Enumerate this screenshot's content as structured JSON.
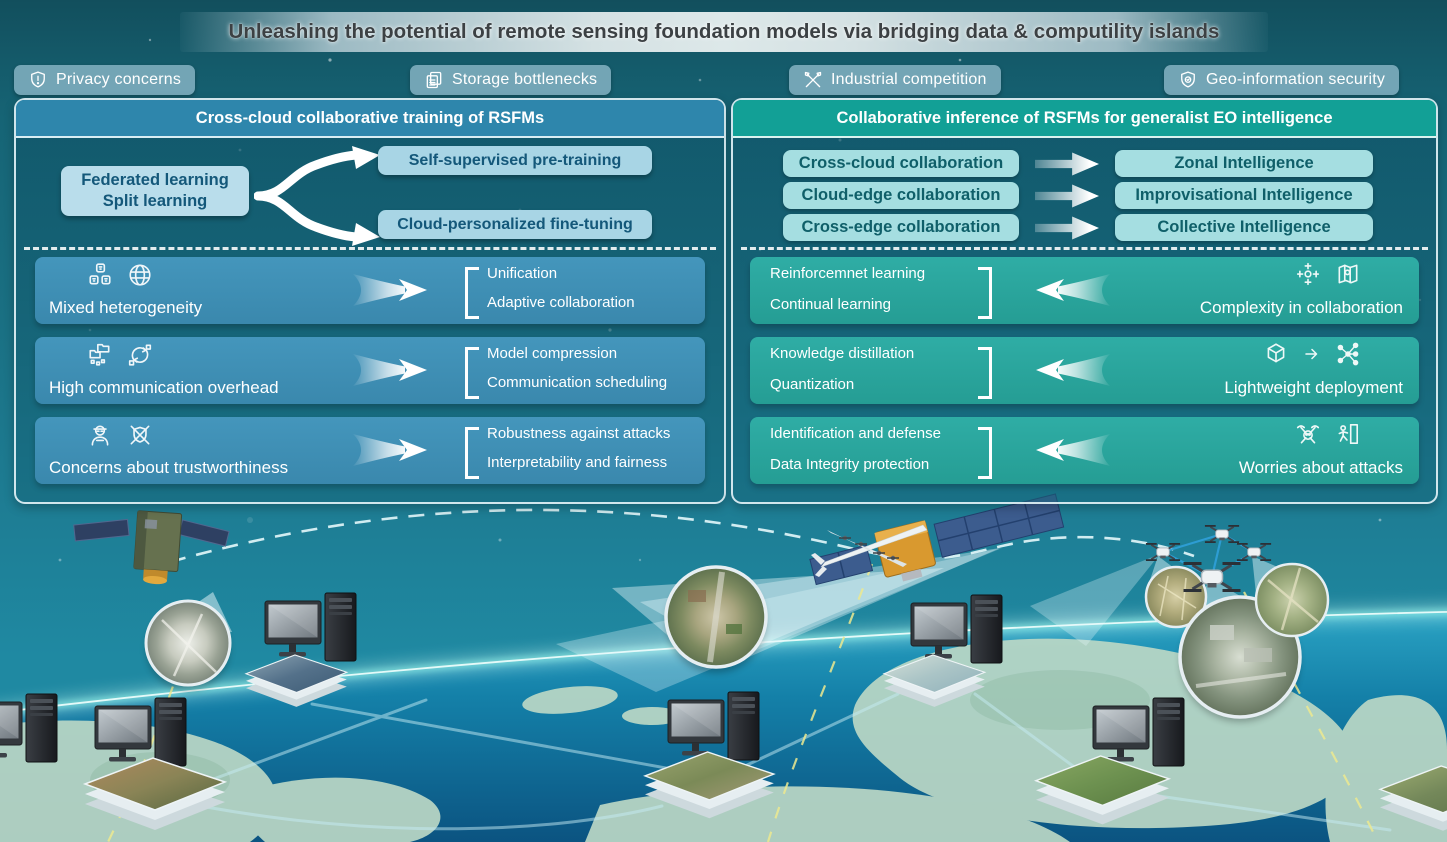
{
  "title": "Unleashing the potential of remote sensing foundation models via bridging data & computility islands",
  "challenges": [
    {
      "label": "Privacy concerns",
      "icon": "shield-alert-icon"
    },
    {
      "label": "Storage bottlenecks",
      "icon": "document-copy-icon"
    },
    {
      "label": "Industrial competition",
      "icon": "crossed-tools-icon"
    },
    {
      "label": "Geo-information security",
      "icon": "shield-badge-icon"
    }
  ],
  "left_panel": {
    "title": "Cross-cloud collaborative training of RSFMs",
    "methods_box": {
      "line1": "Federated learning",
      "line2": "Split learning"
    },
    "branch_top": "Self-supervised pre-training",
    "branch_bottom": "Cloud-personalized fine-tuning",
    "rows": [
      {
        "label": "Mixed heterogeneity",
        "icons": [
          "data-types-icon",
          "globe-icon"
        ],
        "solutions": [
          "Unification",
          "Adaptive collaboration"
        ]
      },
      {
        "label": "High communication overhead",
        "icons": [
          "folders-icon",
          "sync-arrows-icon"
        ],
        "solutions": [
          "Model compression",
          "Communication scheduling"
        ]
      },
      {
        "label": "Concerns about trustworthiness",
        "icons": [
          "attacker-icon",
          "shield-swords-icon"
        ],
        "solutions": [
          "Robustness against attacks",
          "Interpretability and fairness"
        ]
      }
    ]
  },
  "right_panel": {
    "title": "Collaborative inference of RSFMs for generalist EO intelligence",
    "pairs": [
      {
        "mode": "Cross-cloud collaboration",
        "intelligence": "Zonal Intelligence"
      },
      {
        "mode": "Cloud-edge collaboration",
        "intelligence": "Improvisational Intelligence"
      },
      {
        "mode": "Cross-edge collaboration",
        "intelligence": "Collective Intelligence"
      }
    ],
    "rows": [
      {
        "solutions": [
          "Reinforcemnet learning",
          "Continual learning"
        ],
        "icons": [
          "collaboration-hands-icon",
          "map-pin-icon"
        ],
        "label": "Complexity in collaboration"
      },
      {
        "solutions": [
          "Knowledge distillation",
          "Quantization"
        ],
        "icons": [
          "cube-icon",
          "arrow-right-icon",
          "network-icon"
        ],
        "label": "Lightweight deployment"
      },
      {
        "solutions": [
          "Identification and defense",
          "Data Integrity protection"
        ],
        "icons": [
          "attack-drone-icon",
          "intruder-door-icon"
        ],
        "label": "Worries about attacks"
      }
    ]
  },
  "colors": {
    "left_accent": "#2e86ac",
    "right_accent": "#12a096",
    "light_blue_box": "#b9ddeb",
    "light_teal_pill": "#a5dee1",
    "background_teal": "#1a7083",
    "horizon_glow": "#8ef2e8",
    "dashed_yellow": "#ece98f"
  },
  "illustration": {
    "elements": [
      "satellite",
      "satellite",
      "uav-plane",
      "drone-swarm",
      "ground-computers",
      "image-stacks",
      "earth",
      "aerial-image-insets"
    ]
  }
}
